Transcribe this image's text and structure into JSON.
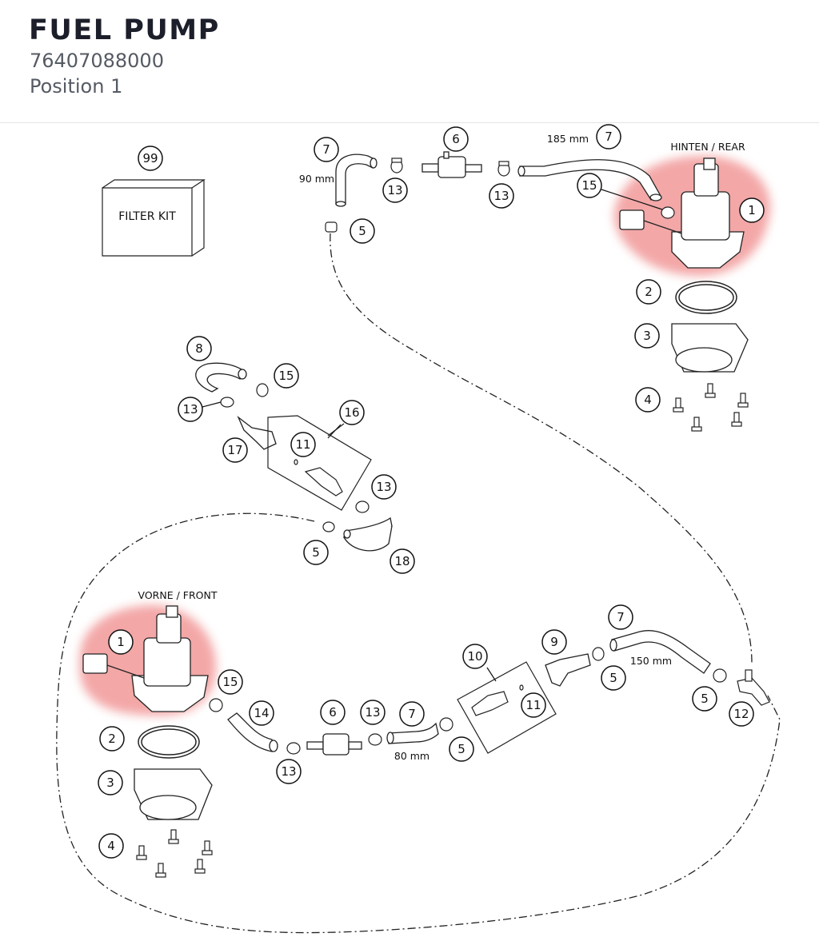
{
  "header": {
    "title": "FUEL PUMP",
    "part_number": "76407088000",
    "position": "Position 1"
  },
  "diagram": {
    "filter_kit_label": "FILTER KIT",
    "rear_label": "HINTEN / REAR",
    "front_label": "VORNE / FRONT",
    "highlight_color": "#f08a8a",
    "dims": {
      "d90": "90 mm",
      "d185": "185 mm",
      "d150": "150 mm",
      "d80": "80 mm"
    },
    "callouts": {
      "c99": "99",
      "c7a": "7",
      "c13a": "13",
      "c6a": "6",
      "c13b": "13",
      "c7b": "7",
      "c15a": "15",
      "c1a": "1",
      "c5a": "5",
      "c2a": "2",
      "c3a": "3",
      "c4a": "4",
      "c8": "8",
      "c15b": "15",
      "c13c": "13",
      "c16": "16",
      "c11a": "11",
      "c17": "17",
      "c13d": "13",
      "c5b": "5",
      "c18": "18",
      "c1b": "1",
      "c15c": "15",
      "c14": "14",
      "c6b": "6",
      "c13e": "13",
      "c7c": "7",
      "c13f": "13",
      "c5c": "5",
      "c10": "10",
      "c11b": "11",
      "c9": "9",
      "c7d": "7",
      "c5d": "5",
      "c5e": "5",
      "c12": "12",
      "c2b": "2",
      "c3b": "3",
      "c4b": "4"
    }
  }
}
